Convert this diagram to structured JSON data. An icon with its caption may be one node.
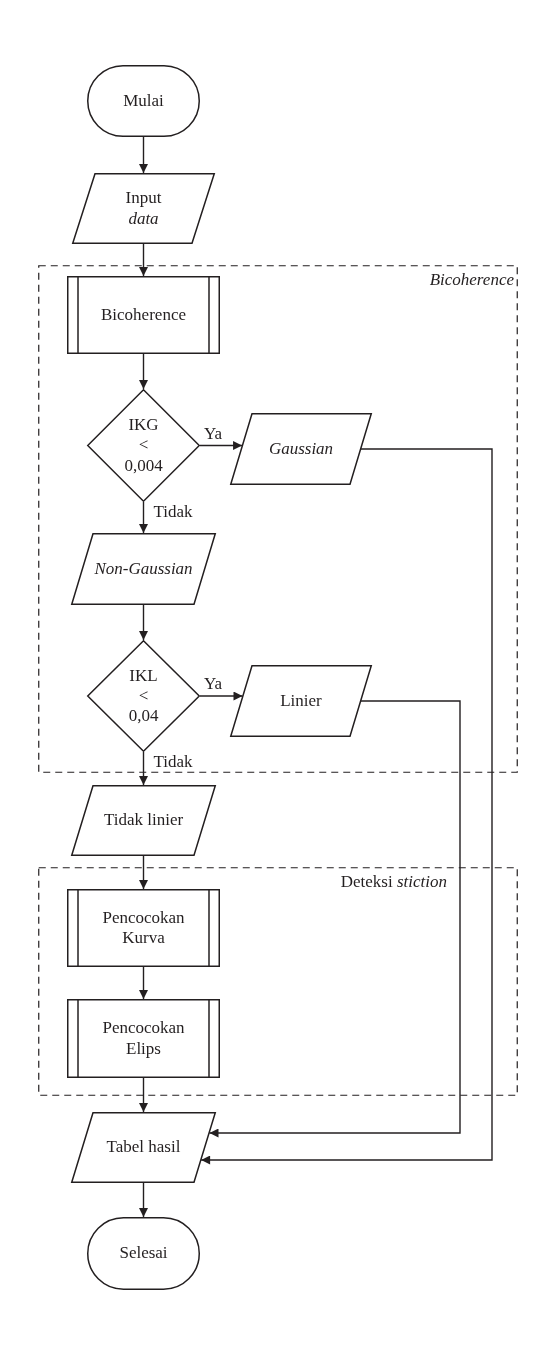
{
  "diagram": {
    "nodes": [
      {
        "text": [
          "Mulai"
        ]
      },
      {
        "text": [
          "Input *data*"
        ]
      },
      {
        "text": [
          "Bicoherence"
        ]
      },
      {
        "text": [
          "Bicoherence"
        ],
        "in": 2
      },
      {
        "text": [
          "IKG < 0,004"
        ],
        "in": 2
      },
      {
        "text": [
          "Gaussian"
        ],
        "in": 2
      },
      {
        "text": [
          "Non-Gaussian"
        ],
        "in": 2
      },
      {
        "text": [
          "IKL < 0,04"
        ],
        "in": 2
      },
      {
        "text": [
          "Linier"
        ],
        "in": 2
      },
      {
        "text": [
          "Tidak linier"
        ]
      },
      {
        "text": [
          "Deteksi *stiction*"
        ]
      },
      {
        "text": [
          "Pencocokan Kurva"
        ],
        "in": 10
      },
      {
        "text": [
          "Pencocokan Elips"
        ],
        "in": 10
      },
      {
        "text": [
          "Tabel hasil"
        ]
      },
      {
        "text": [
          "Selesai"
        ]
      }
    ],
    "edges": [
      {
        "from": 0,
        "to": 1,
        "arrow": "to"
      },
      {
        "from": 1,
        "to": 3,
        "arrow": "to"
      },
      {
        "from": 3,
        "to": 4,
        "arrow": "to"
      },
      {
        "from": 4,
        "to": 5,
        "arrow": "to",
        "label": "Ya"
      },
      {
        "from": 4,
        "to": 6,
        "arrow": "to",
        "label": "Tidak"
      },
      {
        "from": 6,
        "to": 7,
        "arrow": "to"
      },
      {
        "from": 7,
        "to": 8,
        "arrow": "to",
        "label": "Ya"
      },
      {
        "from": 7,
        "to": 9,
        "arrow": "to",
        "label": "Tidak"
      },
      {
        "from": 9,
        "to": 11,
        "arrow": "to"
      },
      {
        "from": 11,
        "to": 12,
        "arrow": "to"
      },
      {
        "from": 12,
        "to": 13,
        "arrow": "to"
      },
      {
        "from": 8,
        "to": 13,
        "arrow": "to"
      },
      {
        "from": 5,
        "to": 13,
        "arrow": "to"
      },
      {
        "from": 13,
        "to": 14,
        "arrow": "to"
      }
    ]
  }
}
